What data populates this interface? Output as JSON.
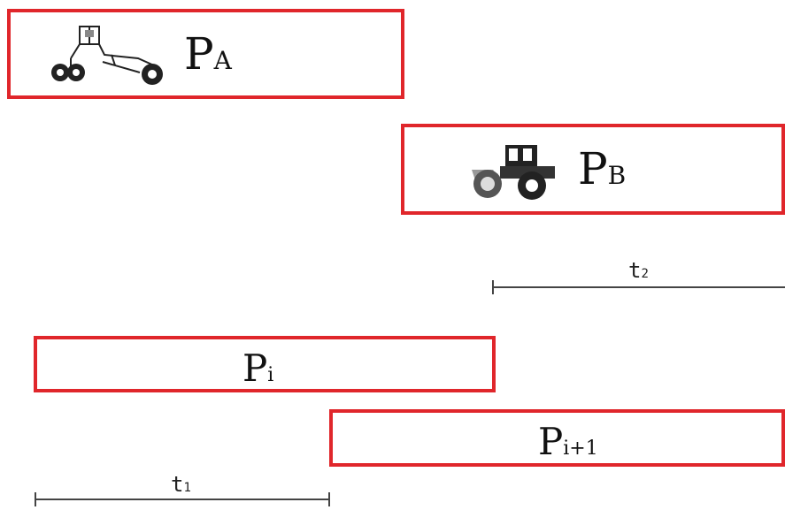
{
  "colors": {
    "box_border": "#e0262b",
    "text": "#111111",
    "timeline": "#444444"
  },
  "boxes": {
    "pa": {
      "main": "P",
      "sub": "A",
      "icon": "motor-grader-icon"
    },
    "pb": {
      "main": "P",
      "sub": "B",
      "icon": "road-roller-icon"
    },
    "pi": {
      "main": "P",
      "sub": "i"
    },
    "pi1": {
      "main": "P",
      "sub": "i+1"
    }
  },
  "timelines": {
    "t1": {
      "main": "t",
      "sub": "1"
    },
    "t2": {
      "main": "t",
      "sub": "2"
    }
  }
}
